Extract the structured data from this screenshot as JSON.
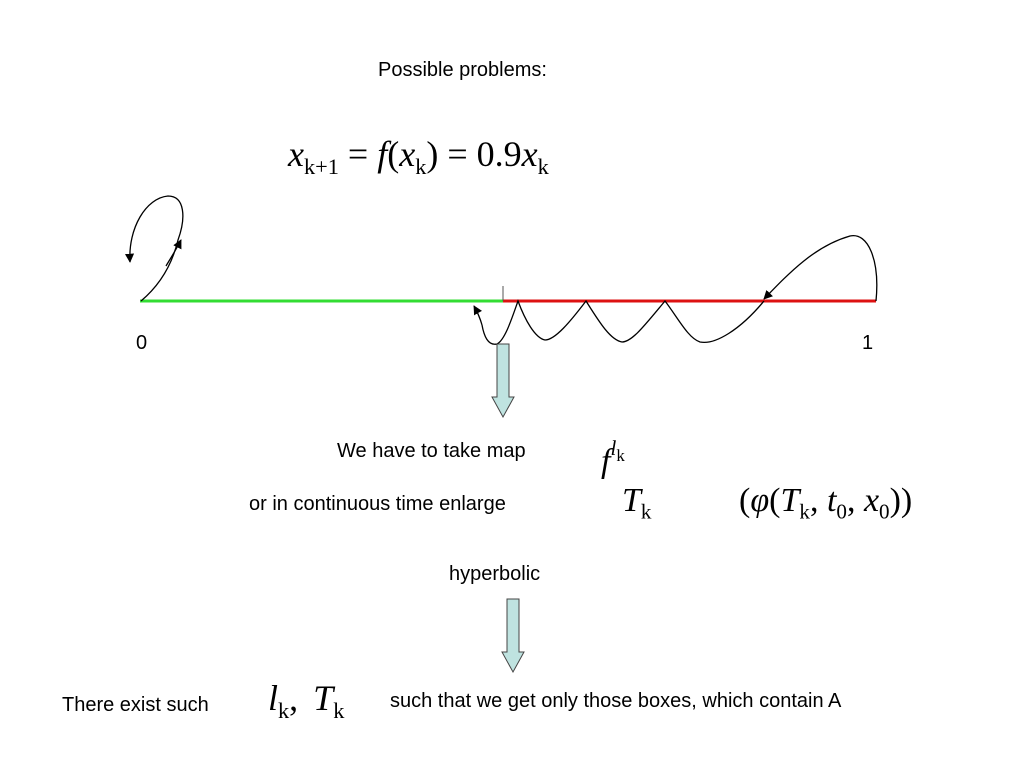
{
  "title": "Possible problems:",
  "equation": {
    "lhs_var": "x",
    "lhs_sub": "k+1",
    "eq1": "=",
    "func": "f",
    "open": "(",
    "arg_var": "x",
    "arg_sub": "k",
    "close": ")",
    "eq2": "=",
    "coef": "0.9",
    "rhs_var": "x",
    "rhs_sub": "k"
  },
  "axis": {
    "label_left": "0",
    "label_right": "1",
    "green_color": "#33dd33",
    "red_color": "#dd1111",
    "arrow_color": "#bfe3e0"
  },
  "line1": {
    "text": "We have to take map",
    "math_base": "f",
    "math_sup_base": "l",
    "math_sup_sub": "k"
  },
  "line2": {
    "text": "or in continuous time enlarge",
    "math_base": "T",
    "math_sub": "k",
    "math2_open": "(",
    "math2_phi": "φ",
    "math2_open2": "(",
    "math2_T": "T",
    "math2_T_sub": "k",
    "math2_comma1": ", ",
    "math2_t": "t",
    "math2_t_sub": "0",
    "math2_comma2": ", ",
    "math2_x": "x",
    "math2_x_sub": "0",
    "math2_close": "))"
  },
  "hyperbolic": "hyperbolic",
  "bottom": {
    "prefix": "There exist such",
    "l": "l",
    "l_sub": "k",
    "comma": ",",
    "T": "T",
    "T_sub": "k",
    "suffix": "such that we get only those boxes, which contain A"
  }
}
